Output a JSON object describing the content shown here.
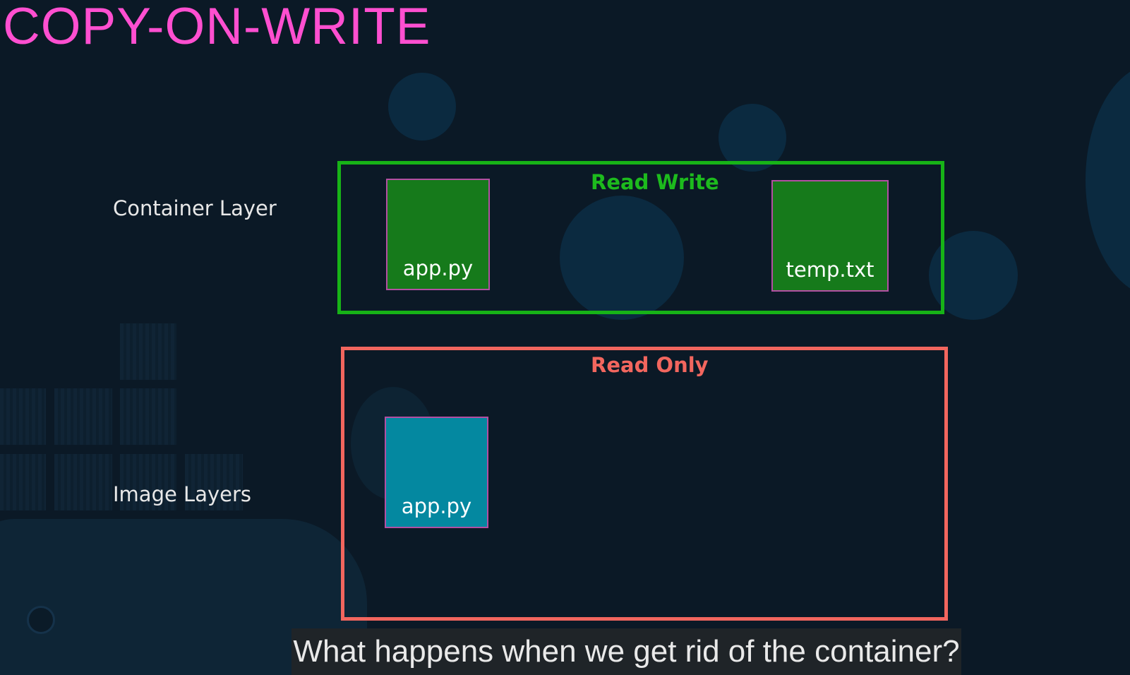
{
  "slide": {
    "title": "COPY-ON-WRITE"
  },
  "labels": {
    "container_layer": "Container Layer",
    "image_layers": "Image Layers"
  },
  "read_write_box": {
    "heading": "Read Write",
    "color": "#17b317",
    "files": [
      "app.py",
      "temp.txt"
    ]
  },
  "read_only_box": {
    "heading": "Read Only",
    "color": "#f2665e",
    "files": [
      "app.py"
    ]
  },
  "file_colors": {
    "writable": "#167a1b",
    "read_only": "#0488a0",
    "border": "#b34fa2"
  },
  "caption": {
    "text": "What happens when we get rid of the container?"
  },
  "colors": {
    "background": "#0b1926",
    "title": "#ff4fd0"
  }
}
